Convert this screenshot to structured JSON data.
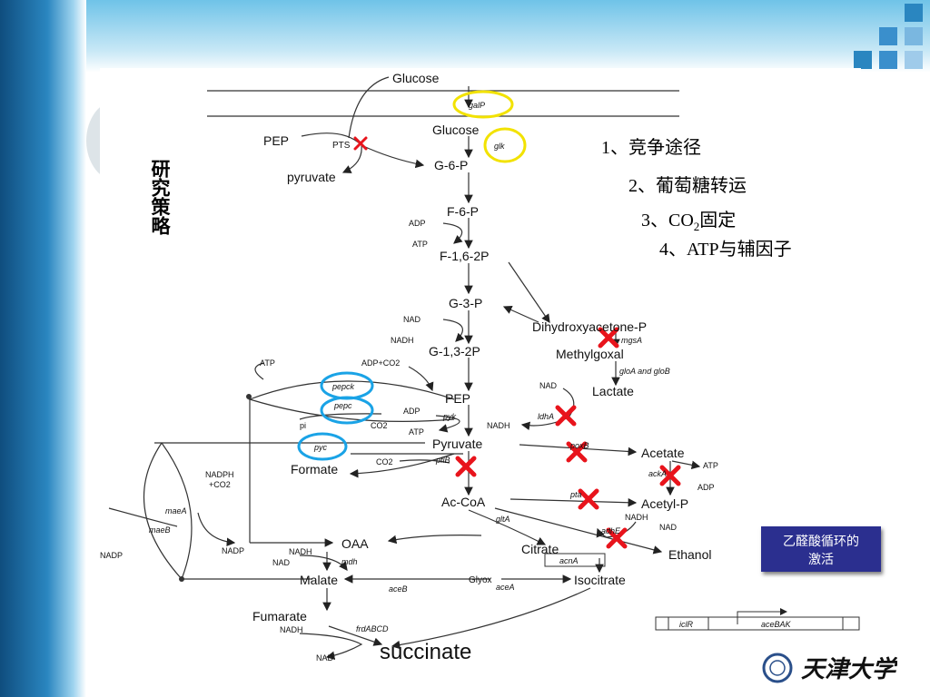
{
  "slide": {
    "vertical_title": "研究策略",
    "strategies": [
      "1、竞争途径",
      "2、葡萄糖转运",
      "3、CO",
      "2",
      "固定",
      "4、ATP与辅因子"
    ],
    "tca_box": "乙醛酸循环的\n激活",
    "logo_text": "天津大学"
  },
  "pathway": {
    "metabolites": {
      "glucose_out": "Glucose",
      "glucose_in": "Glucose",
      "g6p": "G-6-P",
      "f6p": "F-6-P",
      "f16p": "F-1,6-2P",
      "g3p": "G-3-P",
      "dhap": "Dihydroxyacetone-P",
      "methylglyoxal": "Methylgoxal",
      "lactate": "Lactate",
      "g13p": "G-1,3-2P",
      "pep": "PEP",
      "pyruvate": "Pyruvate",
      "acetate": "Acetate",
      "formate": "Formate",
      "accoa": "Ac-CoA",
      "acetylp": "Acetyl-P",
      "ethanol": "Ethanol",
      "oaa": "OAA",
      "citrate": "Citrate",
      "isocitrate": "Isocitrate",
      "malate": "Malate",
      "glyox": "Glyox",
      "fumarate": "Fumarate",
      "succinate": "succinate",
      "pep_left": "PEP",
      "pyruvate_left": "pyruvate",
      "pts": "PTS"
    },
    "cofactors": {
      "adp1": "ADP",
      "atp1": "ATP",
      "nad1": "NAD",
      "nadh1": "NADH",
      "atp_pep": "ATP",
      "adpco2": "ADP+CO2",
      "adp_pep": "ADP",
      "pi": "pi",
      "co2_a": "CO2",
      "atp_pyk": "ATP",
      "co2_b": "CO2",
      "nadph": "NADPH\n+CO2",
      "nadp_l": "NADP",
      "nadp_m": "NADP",
      "nad_ldh": "NAD",
      "nadh_ldh": "NADH",
      "atp_ack": "ATP",
      "adp_ack": "ADP",
      "nadh_adh": "NADH",
      "nad_adh": "NAD",
      "nadh_mdh": "NADH",
      "nad_mdh": "NAD",
      "nadh_frd": "NADH",
      "nad_frd": "NAD"
    },
    "genes": {
      "galp": "galP",
      "glk": "glk",
      "pepck": "pepck",
      "pepc": "pepc",
      "pyc": "pyc",
      "pyk": "pyk",
      "pflb": "pflB",
      "mgsa": "mgsA",
      "gloab": "gloA and gloB",
      "ldha": "ldhA",
      "poxb": "poxB",
      "ack": "ackA",
      "pta": "pta",
      "adhe": "adhE",
      "glta": "gltA",
      "acna": "acnA",
      "mdh": "mdh",
      "acea": "aceA",
      "aceb": "aceB",
      "frd": "frdABCD",
      "maea": "maeA",
      "maeb": "maeB",
      "iclr": "iclR",
      "acebak": "aceBAK"
    },
    "colors": {
      "knockout": "#e8141c",
      "yellow_circle": "#f2e200",
      "blue_circle": "#1aa3e6"
    }
  }
}
